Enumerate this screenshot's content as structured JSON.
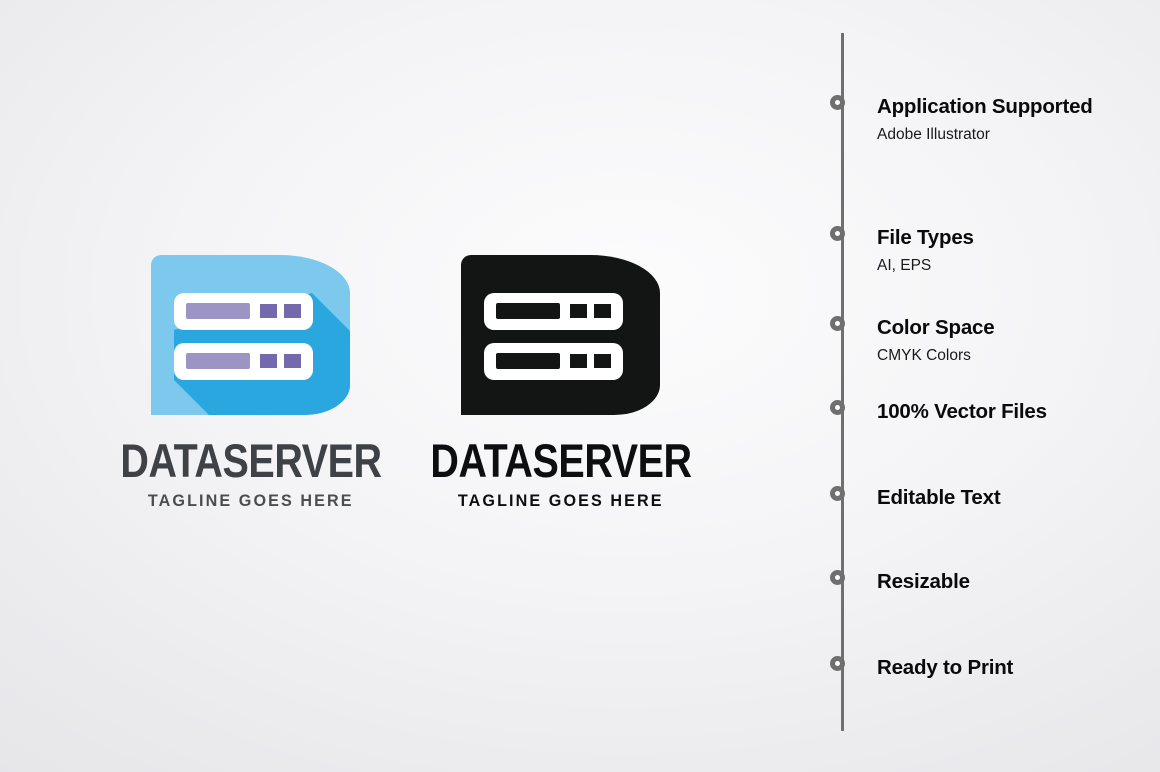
{
  "logo": {
    "brand_name": "DATASERVER",
    "tagline": "TAGLINE GOES HERE"
  },
  "icons": {
    "logo_mark": "letter-d-with-server-racks",
    "timeline_node": "hollow-circle"
  },
  "colors": {
    "logo_light_blue": "#7DC9EE",
    "logo_shadow_blue": "#2AA7DE",
    "logo_purple_bar": "#9D94C6",
    "logo_purple_square": "#7569AE",
    "logo_black": "#131414",
    "wordmark_gray": "#3E4145",
    "timeline_gray": "#6F6F6F",
    "background_gray": "#EFEFF1"
  },
  "features": [
    {
      "title": "Application Supported",
      "subtitle": "Adobe Illustrator"
    },
    {
      "title": "File Types",
      "subtitle": "AI, EPS"
    },
    {
      "title": "Color Space",
      "subtitle": "CMYK Colors"
    },
    {
      "title": "100% Vector Files",
      "subtitle": ""
    },
    {
      "title": "Editable Text",
      "subtitle": ""
    },
    {
      "title": "Resizable",
      "subtitle": ""
    },
    {
      "title": "Ready to Print",
      "subtitle": ""
    }
  ]
}
